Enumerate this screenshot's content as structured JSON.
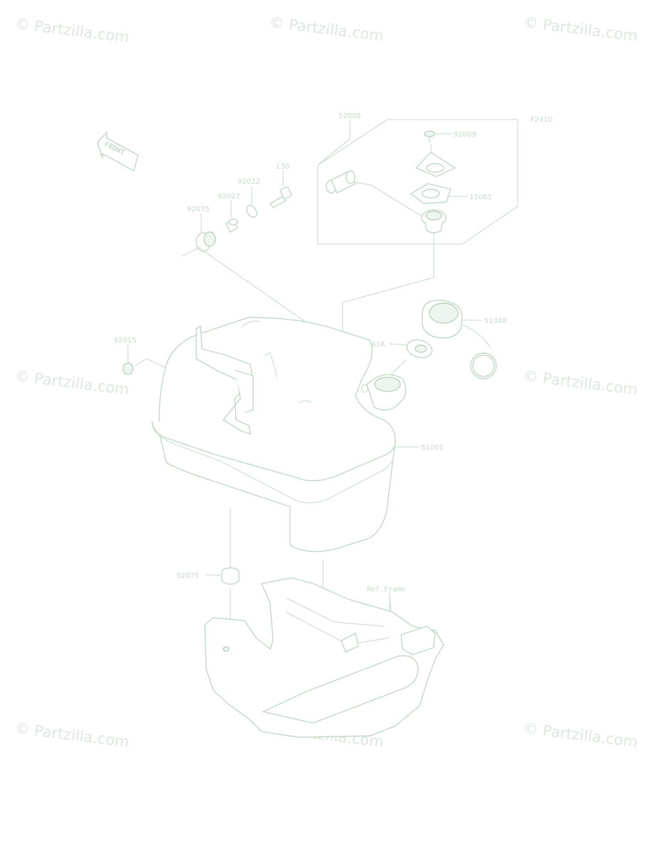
{
  "diagram_code": "F2410",
  "front_marker": "FRONT",
  "reference": "Ref.Frame",
  "watermark": "© Partzilla.com",
  "colors": {
    "line": "#cfe0d2",
    "text": "#c6dbc9",
    "watermark": "#dde8df"
  },
  "parts": {
    "p52005": "52005",
    "p92009": "92009",
    "p11061": "11061",
    "p130": "130",
    "p92022": "92022",
    "p92027": "92027",
    "p92075_top": "92075",
    "p51048": "51048",
    "p11061a": "11061A",
    "p92015": "92015",
    "p51001": "51001",
    "p92075_bottom": "92075"
  }
}
